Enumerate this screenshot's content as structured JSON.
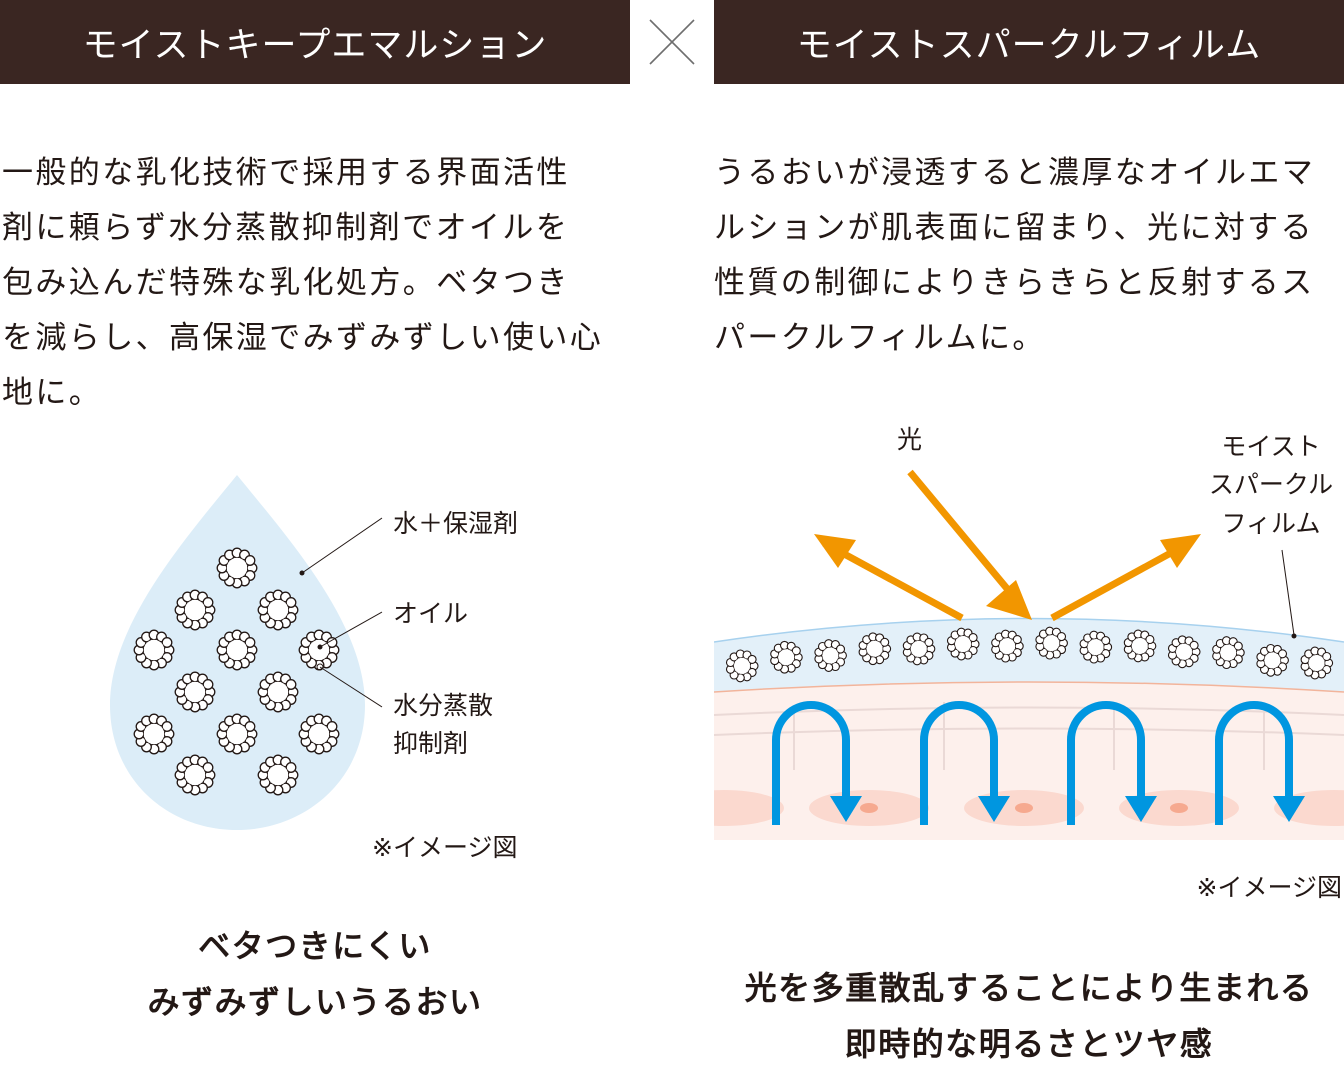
{
  "left_panel": {
    "title": "モイストキープエマルション",
    "body": "一般的な乳化技術で採用する界面活性\n剤に頼らず水分蒸散抑制剤でオイルを\n包み込んだ特殊な乳化処方。ベタつき\nを減らし、高保湿でみずみずしい使い心\n地に。",
    "diagram": {
      "label_water": "水＋保湿剤",
      "label_oil": "オイル",
      "label_inhibitor_line1": "水分蒸散",
      "label_inhibitor_line2": "抑制剤"
    },
    "note": "※イメージ図",
    "conclusion_line1": "ベタつきにくい",
    "conclusion_line2": "みずみずしいうるおい"
  },
  "right_panel": {
    "title": "モイストスパークルフィルム",
    "body": "うるおいが浸透すると濃厚なオイルエマ\nルションが肌表面に留まり、光に対する\n性質の制御によりきらきらと反射するス\nパークルフィルムに。",
    "diagram": {
      "label_light": "光",
      "label_film_line1": "モイスト",
      "label_film_line2": "スパークル",
      "label_film_line3": "フィルム"
    },
    "note": "※イメージ図",
    "conclusion_line1": "光を多重散乱することにより生まれる",
    "conclusion_line2": "即時的な明るさとツヤ感"
  },
  "colors": {
    "header_bg": "#3a2622",
    "drop_fill": "#dcedf8",
    "arrow_orange": "#f29600",
    "arrow_blue": "#0096e0"
  },
  "icons": {
    "cross": "cross-icon"
  }
}
